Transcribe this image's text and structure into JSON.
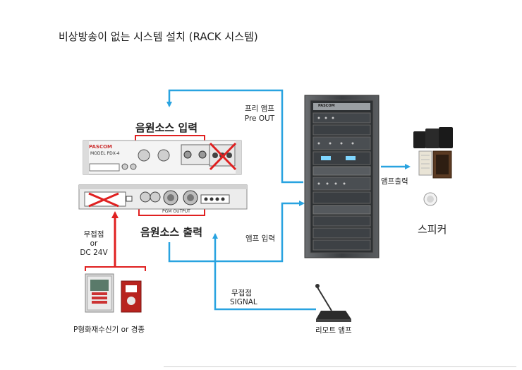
{
  "title": "비상방송이 없는 시스템 설치 (RACK 시스템)",
  "labels": {
    "source_input": "음원소스 입력",
    "source_output": "음원소스 출력",
    "pre_amp": "프리 앰프",
    "pre_out": "Pre OUT",
    "amp_input": "앰프 입력",
    "amp_output": "앰프출력",
    "speaker": "스피커",
    "dry_contact": "무접점",
    "or": "or",
    "dc24v": "DC 24V",
    "fire_receiver": "P형화재수신기 or 경종",
    "signal_contact": "무접점",
    "signal": "SIGNAL",
    "remote_amp": "리모트 앰프"
  },
  "device": {
    "brand": "PASCOM",
    "model": "MODEL PDX-4",
    "pgm_output": "PGM OUTPUT",
    "rack_brand": "PASCOM"
  },
  "colors": {
    "blue_line": "#29a3e0",
    "red_line": "#e02020"
  }
}
